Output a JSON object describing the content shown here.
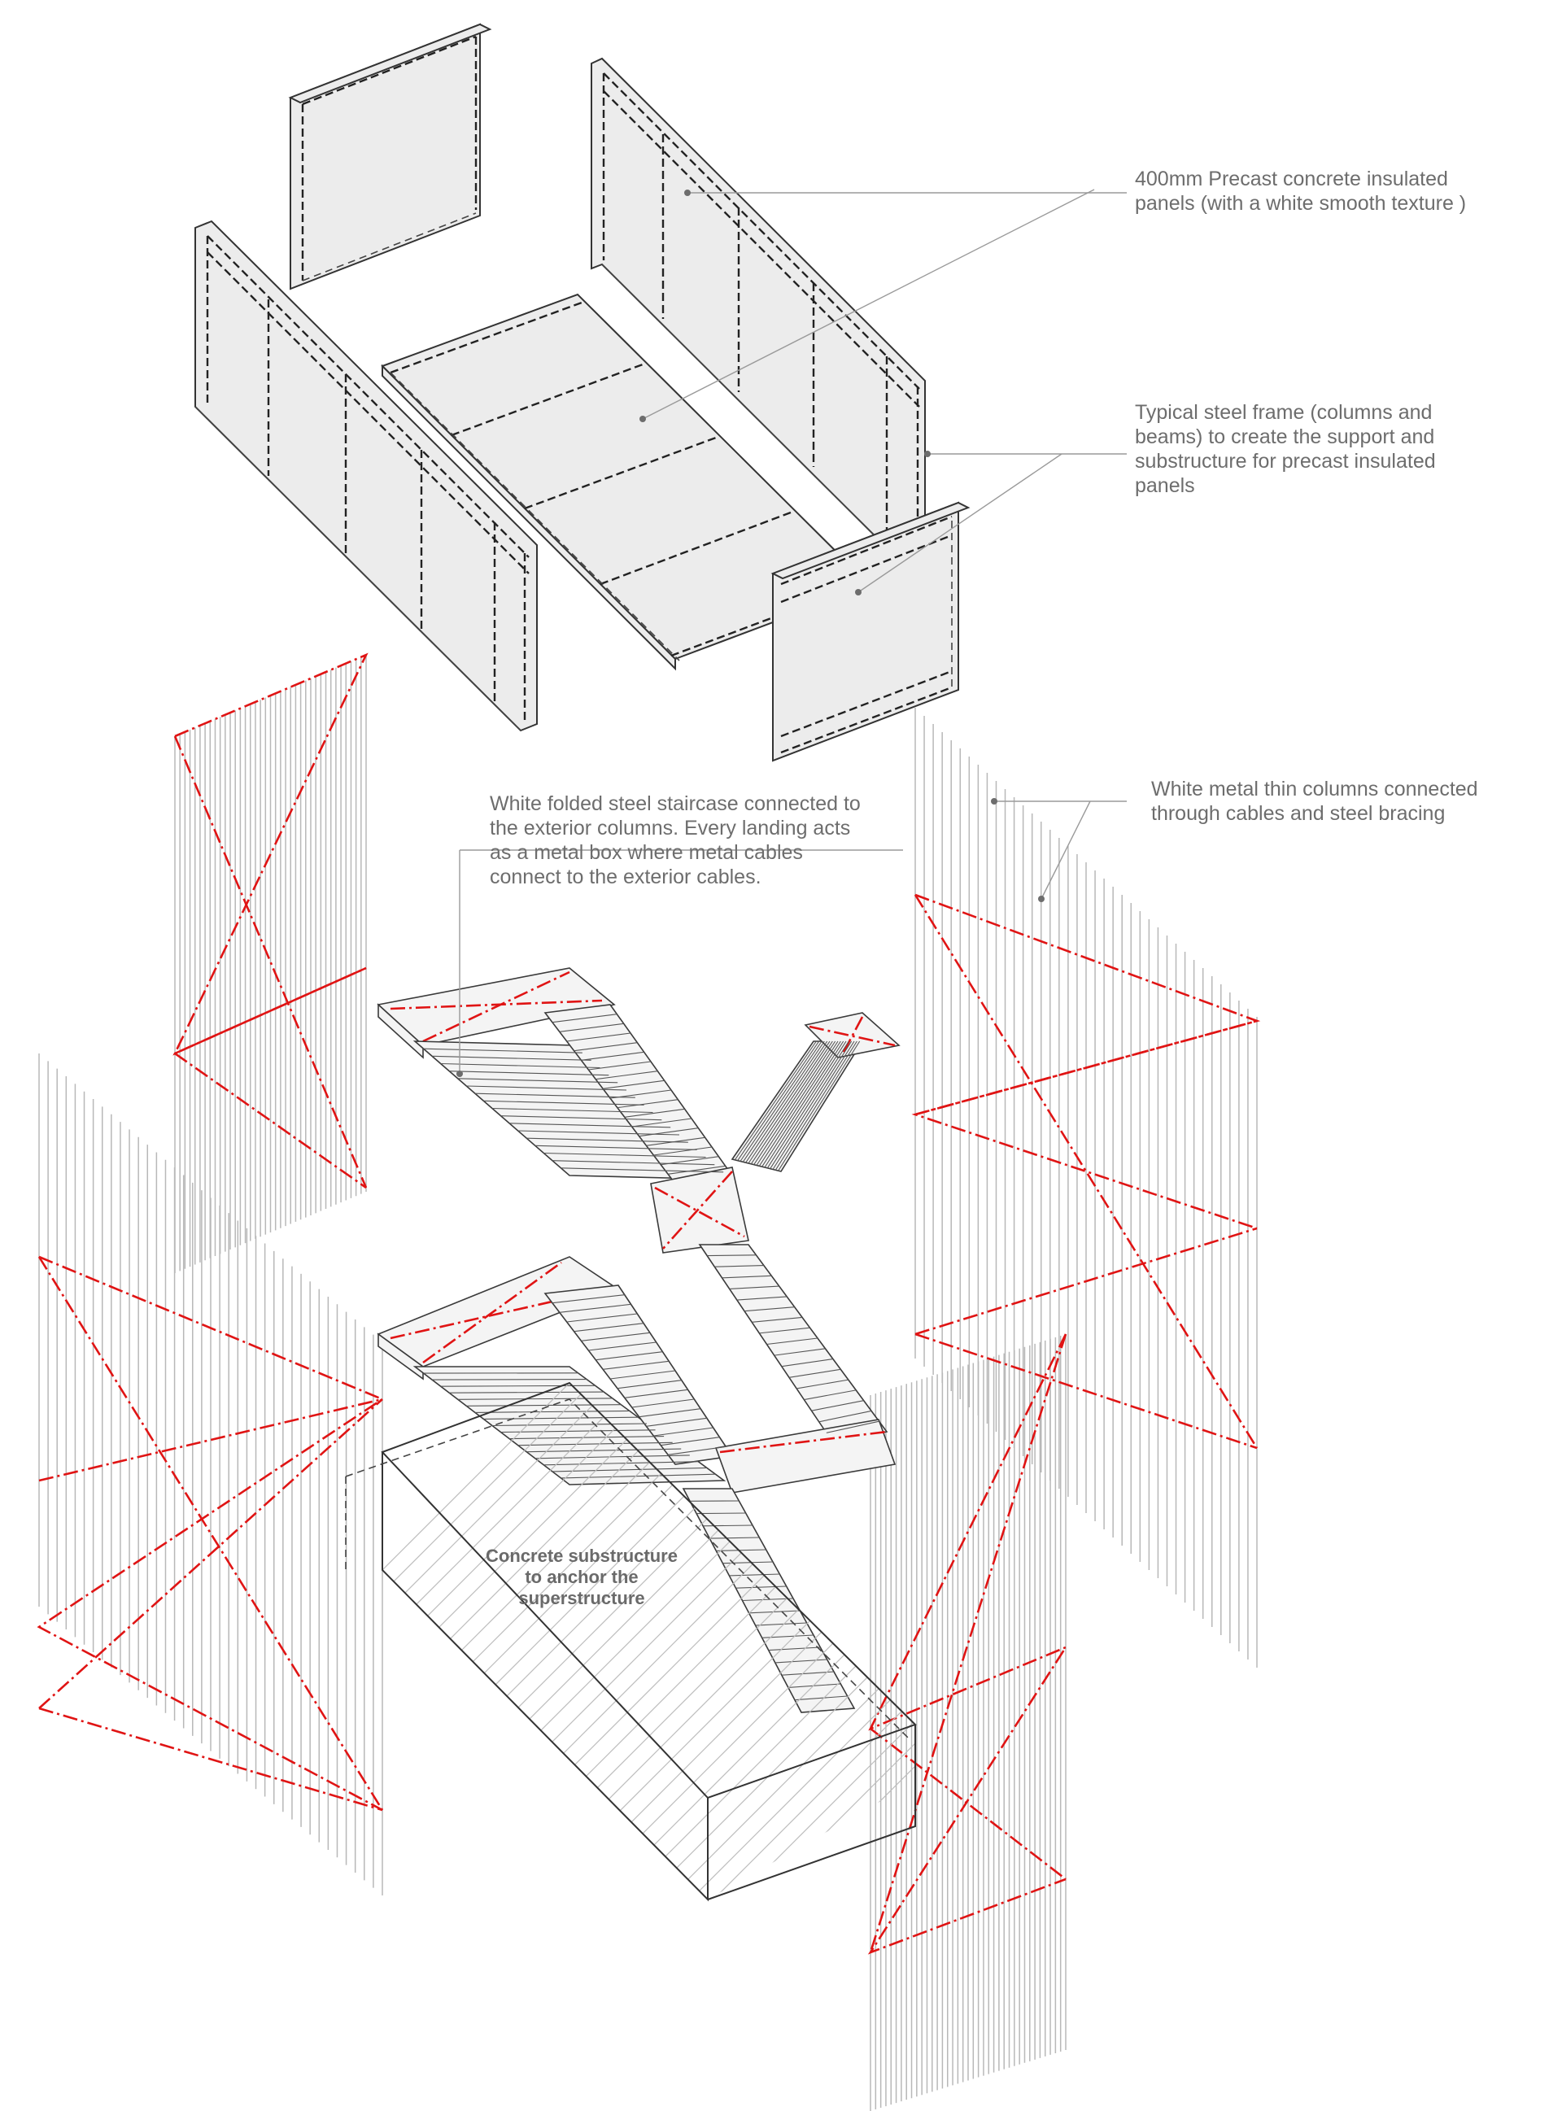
{
  "annotations": {
    "precast_panels": "400mm Precast concrete insulated\npanels (with a white smooth texture )",
    "steel_frame": "Typical steel frame (columns and\nbeams) to create the support and\nsubstructure for precast insulated\npanels",
    "staircase": "White folded steel staircase connected to\nthe exterior columns. Every landing acts\nas a metal box where metal cables\nconnect to the exterior cables.",
    "metal_columns": "White metal  thin columns connected\nthrough cables and steel bracing",
    "substructure": "Concrete substructure\nto anchor the\nsuperstructure"
  },
  "colors": {
    "cable": "#e01414",
    "panel": "#ececec",
    "line": "#333333",
    "text": "#6d6d6d"
  }
}
